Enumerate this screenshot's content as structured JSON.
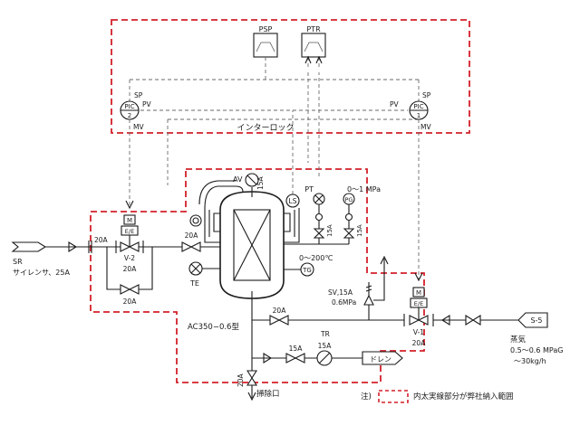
{
  "instruments": {
    "psp": "PSP",
    "ptr": "PTR",
    "pic2": {
      "name": "PIC",
      "num": "2",
      "sp": "SP",
      "pv": "PV",
      "mv": "MV"
    },
    "pic1": {
      "name": "PIC",
      "num": "1",
      "sp": "SP",
      "pv": "PV",
      "mv": "MV"
    },
    "interlock": "インターロック",
    "av": "AV",
    "av_size": "15A",
    "ls": "LS",
    "pt": "PT",
    "pg": "PG",
    "pg_range": "0～1 MPa",
    "pt_size": "15A",
    "pg_size": "15A",
    "te": "TE",
    "tg": "TG",
    "temp_range": "0～200℃",
    "tr": "TR"
  },
  "valves": {
    "v2_actuator": "M",
    "v2_ee": "E/E",
    "v2_tag": "V-2",
    "v2_size": "20A",
    "v1_actuator": "M",
    "v1_ee": "E/E",
    "v1_tag": "V-1",
    "v1_size": "20A",
    "sv": "SV,15A",
    "sv_pressure": "0.6MPa"
  },
  "pipes": {
    "sr_inlet": "20A",
    "bypass": "20A",
    "left_20a": "20A",
    "outlet_20a": "20A",
    "drain_15a": "15A",
    "tr_15a": "15A",
    "bottom_20a": "20A"
  },
  "labels": {
    "sr": "SR",
    "silencer": "サイレンサ、25A",
    "vessel_model": "AC350−0.6型",
    "steam_code": "S-5",
    "steam": "蒸気",
    "steam_pressure": "0.5～0.6 MPaG",
    "steam_flow": "～30kg/h",
    "drain": "ドレン",
    "cleanout": "掃除口"
  },
  "legend": {
    "note": "注)",
    "text": "内太実線部分が弊社納入範囲"
  },
  "colors": {
    "scope_line": "#d3202a",
    "signal_line": "#6a6a6a",
    "process_line": "#1a1a1a"
  }
}
